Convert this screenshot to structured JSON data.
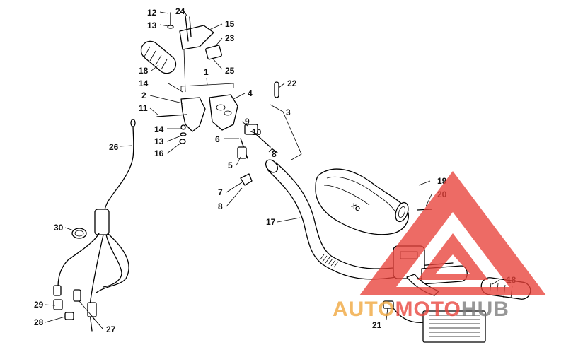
{
  "diagram": {
    "callouts": [
      {
        "id": "c12",
        "text": "12"
      },
      {
        "id": "c13a",
        "text": "13"
      },
      {
        "id": "c24",
        "text": "24"
      },
      {
        "id": "c15",
        "text": "15"
      },
      {
        "id": "c23",
        "text": "23"
      },
      {
        "id": "c25",
        "text": "25"
      },
      {
        "id": "c18a",
        "text": "18"
      },
      {
        "id": "c1",
        "text": "1"
      },
      {
        "id": "c14a",
        "text": "14"
      },
      {
        "id": "c2",
        "text": "2"
      },
      {
        "id": "c4",
        "text": "4"
      },
      {
        "id": "c22",
        "text": "22"
      },
      {
        "id": "c3",
        "text": "3"
      },
      {
        "id": "c11",
        "text": "11"
      },
      {
        "id": "c9",
        "text": "9"
      },
      {
        "id": "c10",
        "text": "10"
      },
      {
        "id": "c14b",
        "text": "14"
      },
      {
        "id": "c13b",
        "text": "13"
      },
      {
        "id": "c16",
        "text": "16"
      },
      {
        "id": "c6",
        "text": "6"
      },
      {
        "id": "c8a",
        "text": "8"
      },
      {
        "id": "c26",
        "text": "26"
      },
      {
        "id": "c5",
        "text": "5"
      },
      {
        "id": "c19",
        "text": "19"
      },
      {
        "id": "c20",
        "text": "20"
      },
      {
        "id": "c7",
        "text": "7"
      },
      {
        "id": "c8b",
        "text": "8"
      },
      {
        "id": "c17",
        "text": "17"
      },
      {
        "id": "c30",
        "text": "30"
      },
      {
        "id": "c18b",
        "text": "18"
      },
      {
        "id": "c29",
        "text": "29"
      },
      {
        "id": "c28",
        "text": "28"
      },
      {
        "id": "c27",
        "text": "27"
      },
      {
        "id": "c21",
        "text": "21"
      }
    ]
  },
  "watermark": {
    "brand_part1": "AUTO",
    "brand_part2": "MOTO",
    "brand_part3": "HUB",
    "colors": {
      "triangle": "#e8423a",
      "part1": "#f0a63c",
      "part2": "#e8423a",
      "part3": "#7a7a7a"
    }
  }
}
